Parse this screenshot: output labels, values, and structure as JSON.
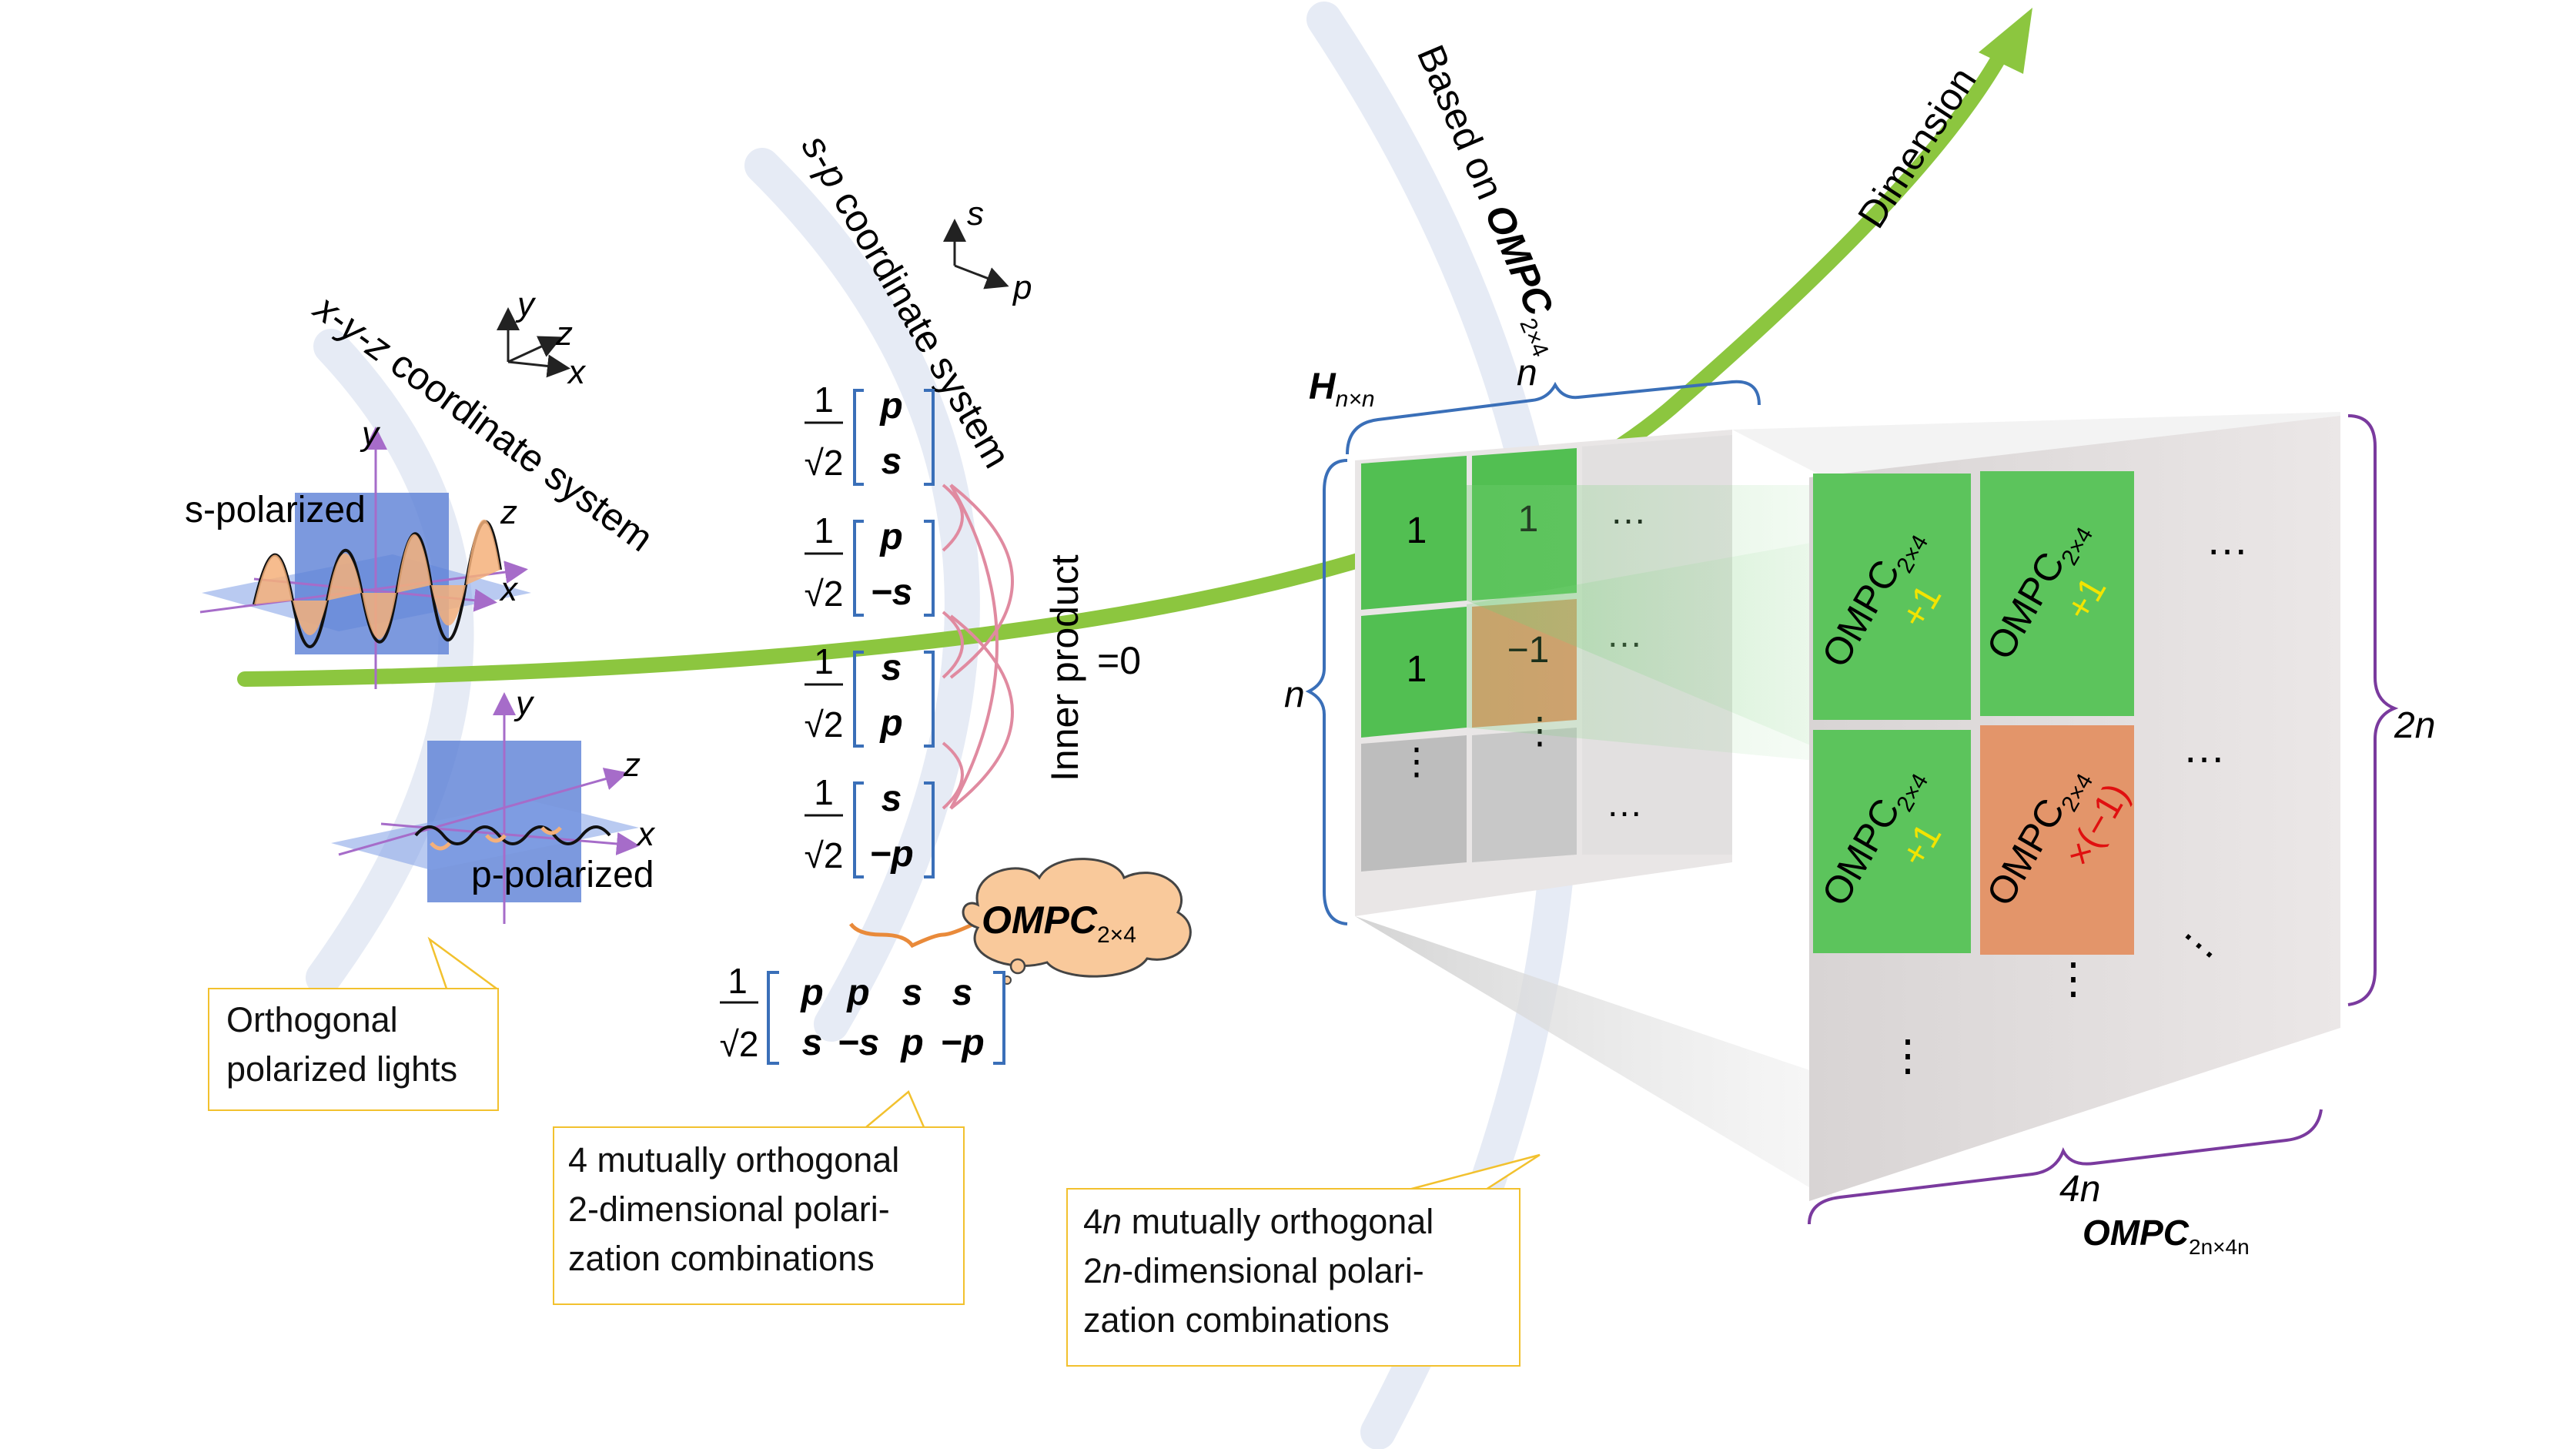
{
  "arrow_label": "Dimension",
  "arc_labels": {
    "xyz": "x-y-z coordinate system",
    "sp": "s-p coordinate system",
    "ompc_prefix": "Based on ",
    "ompc_bold": "OMPC",
    "ompc_sub": "2×4"
  },
  "axes": {
    "x": "x",
    "y": "y",
    "z": "z",
    "s": "s",
    "p": "p"
  },
  "waves": {
    "s_label": "s-polarized",
    "p_label": "p-polarized"
  },
  "vectors": {
    "coef_num": "1",
    "coef_den": "√2",
    "items": [
      {
        "top": "p",
        "bottom": "s"
      },
      {
        "top": "p",
        "bottom": "−s"
      },
      {
        "top": "s",
        "bottom": "p"
      },
      {
        "top": "s",
        "bottom": "−p"
      }
    ]
  },
  "inner_product": {
    "label": "Inner product",
    "value": "=0"
  },
  "cloud": {
    "bold": "OMPC",
    "sub": "2×4"
  },
  "matrix": {
    "coef_num": "1",
    "coef_den": "√2",
    "row1": [
      "p",
      "p",
      "s",
      "s"
    ],
    "row2": [
      "s",
      "−s",
      "p",
      "−p"
    ]
  },
  "callouts": {
    "orthogonal": [
      "Orthogonal",
      "polarized lights"
    ],
    "four": [
      "4 mutually orthogonal",
      "2-dimensional polari-",
      "zation combinations"
    ],
    "fourn_first_line_parts": [
      "4",
      "n",
      " mutually orthogonal"
    ],
    "fourn_second_line_parts": [
      "2",
      "n",
      "-dimensional polari-"
    ],
    "fourn_third_line": "zation combinations"
  },
  "hadamard": {
    "name_bold": "H",
    "name_sub": "n×n",
    "dim_top": "n",
    "dim_left": "n",
    "cells": [
      "1",
      "1",
      "…",
      "1",
      "−1",
      "…",
      "⋮",
      "⋮",
      "…"
    ]
  },
  "big_matrix": {
    "blocks": [
      {
        "name": "OMPC",
        "sub": "2×4",
        "sign": "+1",
        "kind": "green"
      },
      {
        "name": "OMPC",
        "sub": "2×4",
        "sign": "+1",
        "kind": "green"
      },
      {
        "name": "OMPC",
        "sub": "2×4",
        "sign": "+1",
        "kind": "green"
      },
      {
        "name": "OMPC",
        "sub": "2×4",
        "sign": "×(−1)",
        "kind": "orange"
      }
    ],
    "dim_right": "2n",
    "dim_bottom": "4n",
    "name_bold": "OMPC",
    "name_sub": "2n×4n"
  },
  "colors": {
    "arc": "#e8edf6",
    "arrow": "#8cc63f",
    "plane": "#5b7fd6",
    "bracket_blue": "#3a6fb8",
    "bracket_purple": "#7a3a9e",
    "brace_orange": "#e98a3a",
    "inner_arc": "#e08aa0",
    "green_block": "#5cc45c",
    "orange_block": "#e3956a",
    "callout_border": "#f2c12e",
    "sign_yellow": "#f2e400",
    "sign_red": "#e01010"
  }
}
